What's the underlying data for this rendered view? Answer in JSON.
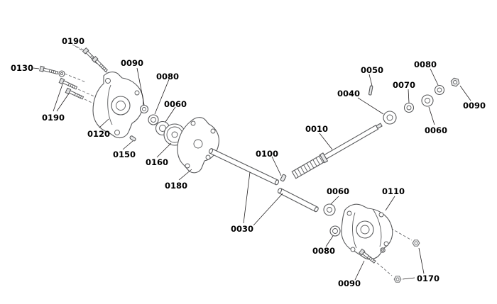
{
  "diagram": {
    "background": "#ffffff",
    "line_color": "#58595b",
    "label_color": "#000000"
  },
  "labels": {
    "p0190_top": "0190",
    "p0130": "0130",
    "p0090_left": "0090",
    "p0080_left": "0080",
    "p0060_left": "0060",
    "p0190_left": "0190",
    "p0120": "0120",
    "p0150": "0150",
    "p0160": "0160",
    "p0180": "0180",
    "p0100": "0100",
    "p0030": "0030",
    "p0010": "0010",
    "p0050": "0050",
    "p0040": "0040",
    "p0070": "0070",
    "p0080_topright": "0080",
    "p0090_topright": "0090",
    "p0060_right": "0060",
    "p0110": "0110",
    "p0060_bottom": "0060",
    "p0080_bottom": "0080",
    "p0090_bottom": "0090",
    "p0170": "0170"
  }
}
